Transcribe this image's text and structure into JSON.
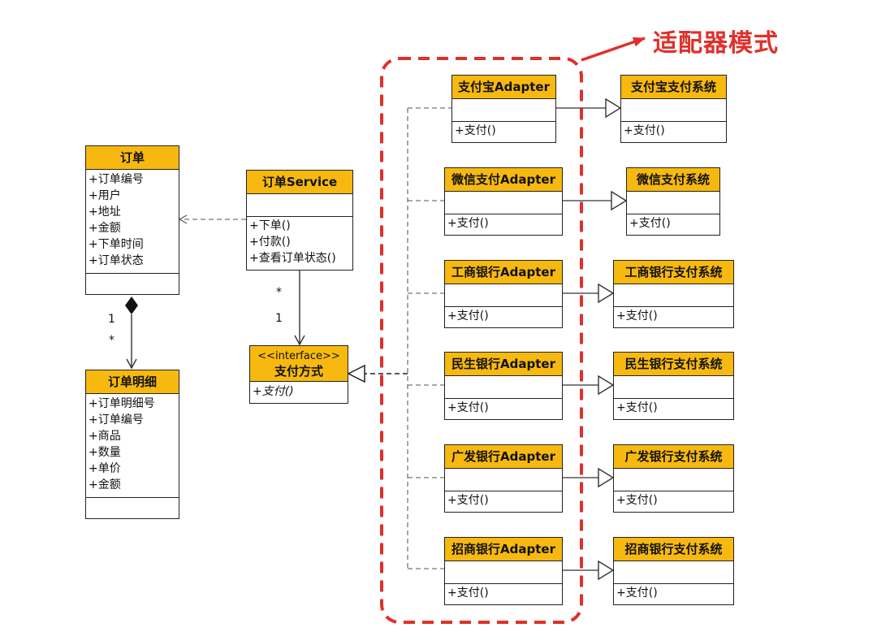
{
  "title": "适配器模式",
  "colors": {
    "header_fill": "#f7b90f",
    "highlight_red": "#e0302a",
    "border": "#222222"
  },
  "order": {
    "name": "订单",
    "attributes": [
      "+订单编号",
      "+用户",
      "+地址",
      "+金额",
      "+下单时间",
      "+订单状态"
    ]
  },
  "order_detail": {
    "name": "订单明细",
    "attributes": [
      "+订单明细号",
      "+订单编号",
      "+商品",
      "+数量",
      "+单价",
      "+金额"
    ]
  },
  "order_service": {
    "name": "订单Service",
    "methods": [
      "+下单()",
      "+付款()",
      "+查看订单状态()"
    ]
  },
  "payment_interface": {
    "stereotype": "<<interface>>",
    "name": "支付方式",
    "methods": [
      "+支付()"
    ]
  },
  "multiplicities": {
    "composition_top": "1",
    "composition_bottom": "*",
    "service_top": "*",
    "service_bottom": "1"
  },
  "adapters": [
    {
      "name": "支付宝Adapter",
      "method": "+支付()"
    },
    {
      "name": "微信支付Adapter",
      "method": "+支付()"
    },
    {
      "name": "工商银行Adapter",
      "method": "+支付()"
    },
    {
      "name": "民生银行Adapter",
      "method": "+支付()"
    },
    {
      "name": "广发银行Adapter",
      "method": "+支付()"
    },
    {
      "name": "招商银行Adapter",
      "method": "+支付()"
    }
  ],
  "systems": [
    {
      "name": "支付宝支付系统",
      "method": "+支付()"
    },
    {
      "name": "微信支付系统",
      "method": "+支付()"
    },
    {
      "name": "工商银行支付系统",
      "method": "+支付()"
    },
    {
      "name": "民生银行支付系统",
      "method": "+支付()"
    },
    {
      "name": "广发银行支付系统",
      "method": "+支付()"
    },
    {
      "name": "招商银行支付系统",
      "method": "+支付()"
    }
  ]
}
